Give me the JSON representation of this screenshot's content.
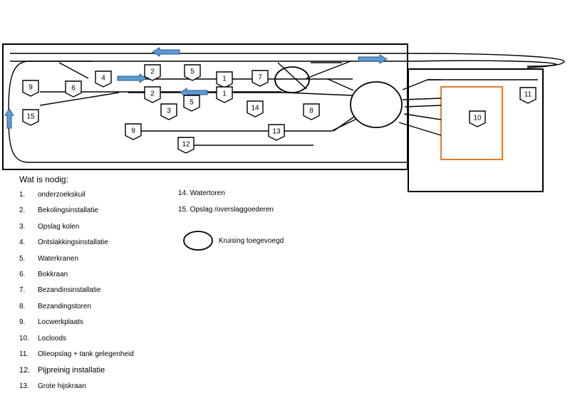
{
  "diagram": {
    "badges": [
      {
        "id": "b9a",
        "label": "9"
      },
      {
        "id": "b6",
        "label": "6"
      },
      {
        "id": "b4",
        "label": "4"
      },
      {
        "id": "b2a",
        "label": "2"
      },
      {
        "id": "b5a",
        "label": "5"
      },
      {
        "id": "b1a",
        "label": "1"
      },
      {
        "id": "b7",
        "label": "7"
      },
      {
        "id": "b15",
        "label": "15"
      },
      {
        "id": "b2b",
        "label": "2"
      },
      {
        "id": "b5b",
        "label": "5"
      },
      {
        "id": "b1b",
        "label": "1"
      },
      {
        "id": "b3",
        "label": "3"
      },
      {
        "id": "b14",
        "label": "14"
      },
      {
        "id": "b8",
        "label": "8"
      },
      {
        "id": "b9b",
        "label": "9"
      },
      {
        "id": "b13",
        "label": "13"
      },
      {
        "id": "b12",
        "label": "12"
      },
      {
        "id": "b10",
        "label": "10"
      },
      {
        "id": "b11",
        "label": "11"
      }
    ],
    "colors": {
      "arrow_fill": "#5b9bd5",
      "arrow_stroke": "#2e5a88",
      "locloods_frame": "#e07a2e",
      "line": "#000000"
    }
  },
  "legend": {
    "title": "Wat is nodig:",
    "items": [
      {
        "num": "1.",
        "text": "onderzoekskuil"
      },
      {
        "num": "2.",
        "text": "Bekolingsinstallatie"
      },
      {
        "num": "3.",
        "text": "Opslag kolen"
      },
      {
        "num": "4.",
        "text": "Ontslakkingsinstallatie"
      },
      {
        "num": "5.",
        "text": "Waterkranen"
      },
      {
        "num": "6.",
        "text": "Bokkraan"
      },
      {
        "num": "7.",
        "text": "Bezandinsinstallatie"
      },
      {
        "num": "8.",
        "text": "Bezandingstoren"
      },
      {
        "num": "9.",
        "text": "Locwerkplaats"
      },
      {
        "num": "10.",
        "text": "Locloods"
      },
      {
        "num": "11.",
        "text": "Olieopslag + tank gelegenheid"
      },
      {
        "num": "12.",
        "text": "Pijpreinig installatie"
      },
      {
        "num": "13.",
        "text": "Grote hijskraan"
      }
    ],
    "extra_items": [
      {
        "text": "14. Watertoren"
      },
      {
        "text": "15. Opslag /overslaggoederen"
      }
    ],
    "crossing_label": "Kruising toegevoegd"
  }
}
